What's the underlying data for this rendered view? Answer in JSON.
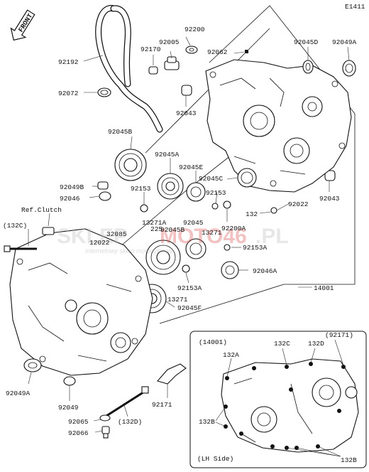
{
  "diagram": {
    "code": "E1411",
    "front_label": "FRONT",
    "watermark": {
      "brand_a": "SKLEP",
      "brand_b": "MOTO46",
      "brand_c": ".PL",
      "subtitle": "internetowy sklep motocyklowy",
      "color": "#d9534f"
    },
    "part_labels": {
      "p92192": "92192",
      "p92072": "92072",
      "p92200": "92200",
      "p92170": "92170",
      "p92005": "92005",
      "p92062": "92062",
      "p92043a": "92043",
      "p92045d": "92045D",
      "p92049a_top": "92049A",
      "p92045b": "92045B",
      "p92045a": "92045A",
      "p92045e": "92045E",
      "p92045c": "92045C",
      "p92043b": "92043",
      "p92049b": "92049B",
      "p92046": "92046",
      "p92153a": "92153",
      "p92153b": "92153",
      "p92022": "92022",
      "p132": "132",
      "p13271a": "13271A",
      "p92045": "92045",
      "p92200a": "92200A",
      "refclutch": "Ref.Clutch",
      "p132c": "(132C)",
      "p32085": "32085",
      "p225": "225",
      "p92045b2": "92045B",
      "p13271": "13271",
      "p12022": "12022",
      "p92153a2": "92153A",
      "p92046a": "92046A",
      "p92153a3": "92153A",
      "p13271b": "13271",
      "p92045f": "92045F",
      "p14001": "14001",
      "p92049a_bot": "92049A",
      "p92049": "92049",
      "p92065": "92065",
      "p92066": "92066",
      "p132d": "(132D)",
      "p92171": "92171"
    },
    "inset": {
      "title": "(14001)",
      "ref": "(92171)",
      "side": "(LH Side)",
      "l132a": "132A",
      "l132c": "132C",
      "l132d": "132D",
      "l132b_left": "132B",
      "l132b_right": "132B"
    }
  }
}
